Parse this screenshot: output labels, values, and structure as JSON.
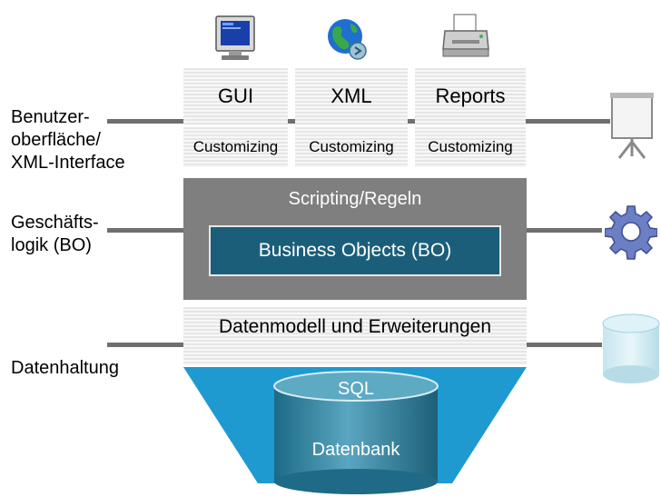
{
  "layers": {
    "ui_label_lines": [
      "Benutzer-",
      "oberfläche/",
      "XML-Interface"
    ],
    "logic_label_lines": [
      "Geschäfts-",
      "logik (BO)"
    ],
    "data_label": "Datenhaltung"
  },
  "columns": [
    {
      "title": "GUI",
      "customizing": "Customizing",
      "icon": "monitor-icon"
    },
    {
      "title": "XML",
      "customizing": "Customizing",
      "icon": "globe-icon"
    },
    {
      "title": "Reports",
      "customizing": "Customizing",
      "icon": "printer-icon"
    }
  ],
  "logic": {
    "scripting": "Scripting/Regeln",
    "business_objects": "Business Objects (BO)"
  },
  "data": {
    "model": "Datenmodell und Erweiterungen",
    "sql": "SQL",
    "database": "Datenbank"
  },
  "side_icons": [
    "presentation-board-icon",
    "gear-icon",
    "cylinder-icon"
  ],
  "colors": {
    "bo_layer": "#7f7f7f",
    "bo_box": "#1b5e7a",
    "funnel": "#1e9ad0",
    "database": "#3a8aa6",
    "line": "#6f6f6f"
  }
}
